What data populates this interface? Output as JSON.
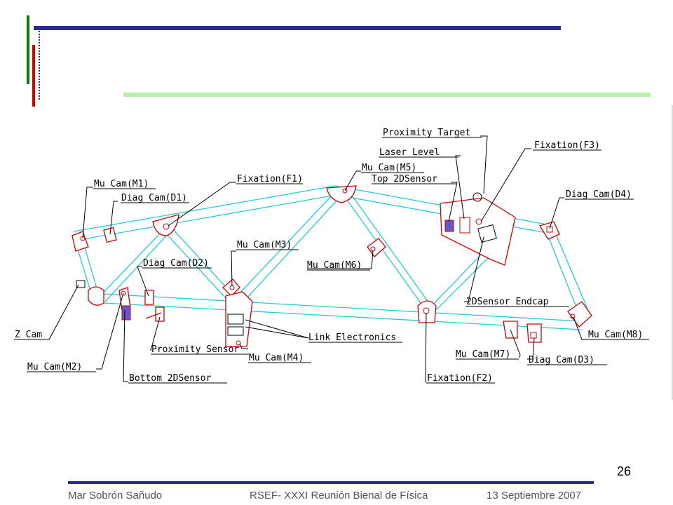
{
  "slide": {
    "page_number": "26"
  },
  "footer": {
    "author": "Mar Sobrón Sañudo",
    "event": "RSEF- XXXI Reunión Bienal de Física",
    "date": "13 Septiembre 2007"
  },
  "diagram": {
    "labels": {
      "proximity_target": "Proximity Target",
      "fixation_f3": "Fixation(F3)",
      "laser_level": "Laser Level",
      "mu_cam_m5": "Mu_Cam(M5)",
      "top_2dsensor": "Top 2DSensor",
      "diag_cam_d4": "Diag_Cam(D4)",
      "mu_cam_m1": "Mu_Cam(M1)",
      "fixation_f1": "Fixation(F1)",
      "diag_cam_d1": "Diag_Cam(D1)",
      "mu_cam_m3": "Mu_Cam(M3)",
      "mu_cam_m6": "Mu_Cam(M6)",
      "diag_cam_d2": "Diag_Cam(D2)",
      "twod_sensor_endcap": "2DSensor_Endcap",
      "z_cam": "Z_Cam",
      "link_electronics": "Link Electronics",
      "mu_cam_m8": "Mu_Cam(M8)",
      "proximity_sensor": "Proximity Sensor",
      "mu_cam_m4": "Mu_Cam(M4)",
      "mu_cam_m7": "Mu_Cam(M7)",
      "diag_cam_d3": "Diag_Cam(D3)",
      "mu_cam_m2": "Mu_Cam(M2)",
      "bottom_2dsensor": "Bottom 2DSensor",
      "fixation_f2": "Fixation(F2)"
    },
    "colors": {
      "frame": "#22ccdd",
      "plates": "#cc0000",
      "title_bar": "#2b2b8c",
      "accent_green": "#0a7d0a",
      "accent_red": "#cc0000"
    }
  }
}
